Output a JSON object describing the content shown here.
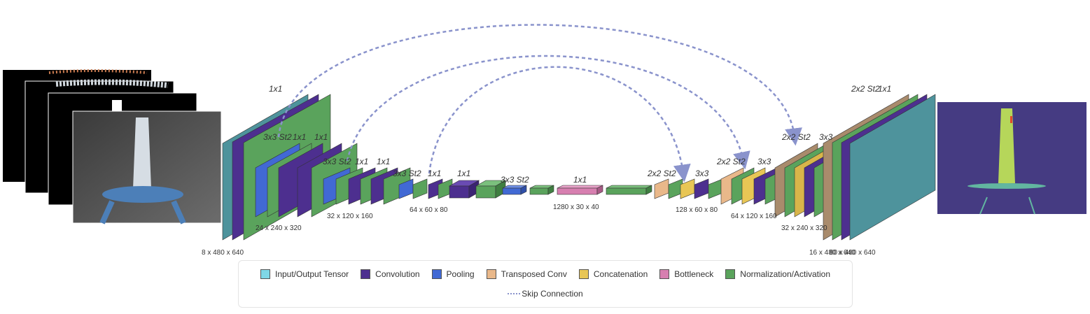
{
  "colors": {
    "input_output": "#4e939c",
    "input_output_swatch": "#7fd7e6",
    "conv": "#4d2f8f",
    "pool": "#4169d4",
    "transposed": "#a98b6c",
    "transposed_swatch": "#e9b88a",
    "concat": "#d9b54a",
    "bottleneck": "#d77fb0",
    "norm": "#5aa35c",
    "skip": "#8a93cc"
  },
  "layer_labels": [
    "1x1",
    "3x3 St2",
    "1x1",
    "1x1",
    "3x3 St2",
    "1x1",
    "1x1",
    "3x3 St2",
    "1x1",
    "1x1",
    "3x3 St2",
    "1x1",
    "2x2 St2",
    "3x3",
    "2x2 St2",
    "3x3",
    "2x2 St2",
    "3x3",
    "2x2 St2",
    "1x1"
  ],
  "dimension_labels": [
    "8 x 480 x 640",
    "24 x 240 x 320",
    "32 x 120 x 160",
    "64 x 60 x 80",
    "1280 x 30 x 40",
    "128 x 60 x 80",
    "64 x 120 x 160",
    "32 x 240 x 320",
    "16 x 480 x 640",
    "80 x 480 x 640"
  ],
  "legend": {
    "items": [
      {
        "label": "Input/Output Tensor",
        "color": "#7fd7e6"
      },
      {
        "label": "Convolution",
        "color": "#4d2f8f"
      },
      {
        "label": "Pooling",
        "color": "#4169d4"
      },
      {
        "label": "Transposed Conv",
        "color": "#e9b88a"
      },
      {
        "label": "Concatenation",
        "color": "#e8c655"
      },
      {
        "label": "Bottleneck",
        "color": "#d77fb0"
      },
      {
        "label": "Normalization/Activation",
        "color": "#5aa35c"
      }
    ],
    "skip_label": "Skip Connection"
  }
}
